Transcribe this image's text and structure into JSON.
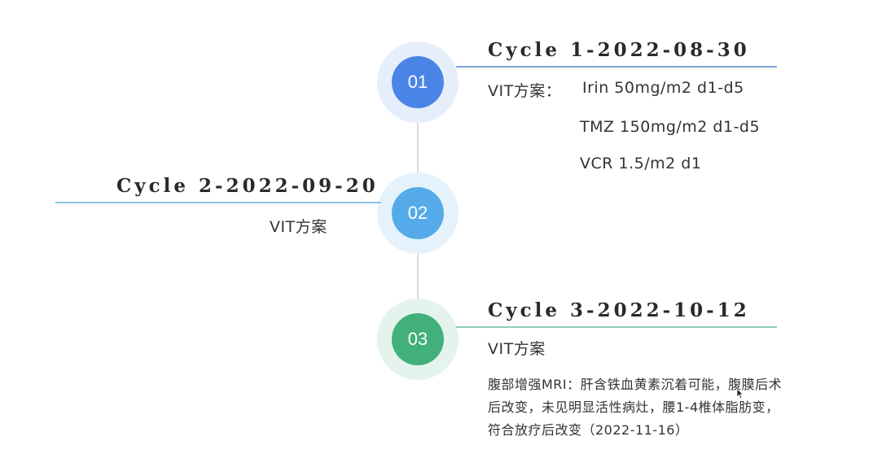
{
  "timeline": [
    {
      "number": "01",
      "title": "Cycle 1-2022-08-30",
      "regimen_label": "VIT方案：",
      "lines": [
        "Irin 50mg/m2 d1-d5",
        "TMZ 150mg/m2 d1-d5",
        "VCR 1.5/m2 d1"
      ],
      "color": "#4a84e6",
      "halo": "#e6eefb"
    },
    {
      "number": "02",
      "title": "Cycle 2-2022-09-20",
      "regimen_label": "VIT方案",
      "color": "#55abe9",
      "halo": "#e5f2fb"
    },
    {
      "number": "03",
      "title": "Cycle 3-2022-10-12",
      "regimen_label": "VIT方案",
      "notes": [
        "腹部增强MRI：肝含铁血黄素沉着可能，腹膜后术",
        "后改变，未见明显活性病灶，腰1-4椎体脂肪变，",
        "符合放疗后改变（2022-11-16）"
      ],
      "color": "#41b07a",
      "halo": "#e4f4ec"
    }
  ],
  "colors": {
    "connector": "#dcdcdc",
    "line_01": "#7fa7d6",
    "line_02": "#8ec2e6",
    "line_03": "#8fcfb0"
  },
  "cursor_icon": "mouse-pointer-icon"
}
